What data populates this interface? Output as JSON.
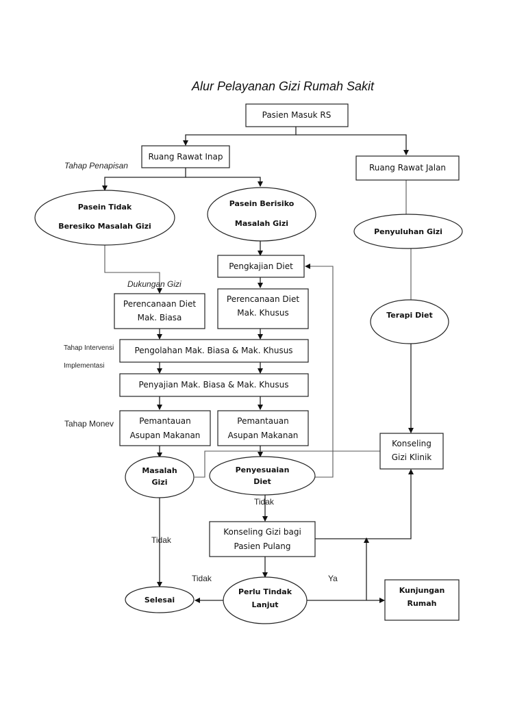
{
  "title": "Alur Pelayanan Gizi Rumah Sakit",
  "nodes": {
    "pasien_masuk": [
      "Pasien Masuk RS"
    ],
    "rawat_inap": [
      "Ruang Rawat Inap"
    ],
    "rawat_jalan": [
      "Ruang Rawat Jalan"
    ],
    "tidak_beresiko": [
      "Pasein Tidak",
      "Beresiko  Masalah Gizi"
    ],
    "berisiko": [
      "Pasein Berisiko",
      "Masalah Gizi"
    ],
    "penyuluhan": [
      "Penyuluhan  Gizi"
    ],
    "pengkajian": [
      "Pengkajian Diet"
    ],
    "perencanaan_biasa": [
      "Perencanaan Diet",
      "Mak. Biasa"
    ],
    "perencanaan_khusus": [
      "Perencanaan Diet",
      "Mak. Khusus"
    ],
    "terapi_diet": [
      "Terapi Diet"
    ],
    "pengolahan": [
      "Pengolahan Mak. Biasa & Mak. Khusus"
    ],
    "penyajian": [
      "Penyajian Mak. Biasa & Mak. Khusus"
    ],
    "pemantauan_1": [
      "Pemantauan",
      "Asupan Makanan"
    ],
    "pemantauan_2": [
      "Pemantauan",
      "Asupan Makanan"
    ],
    "konseling_klinik": [
      "Konseling",
      "Gizi Klinik"
    ],
    "masalah_gizi": [
      "Masalah",
      "Gizi"
    ],
    "penyesuaian": [
      "Penyesuaian",
      "Diet"
    ],
    "konseling_pulang": [
      "Konseling Gizi bagi",
      "Pasien Pulang"
    ],
    "selesai": [
      "Selesai"
    ],
    "perlu_tindak": [
      "Perlu Tindak",
      "Lanjut"
    ],
    "kunjungan": [
      "Kunjungan",
      "Rumah"
    ]
  },
  "labels": {
    "tahap_penapisan": "Tahap Penapisan",
    "dukungan_gizi": "Dukungan Gizi",
    "tahap_intervensi": "Tahap Intervensi",
    "implementasi": "Implementasi",
    "tahap_monev": "Tahap Monev",
    "tidak_1": "Tidak",
    "tidak_2": "Tidak",
    "tidak_3": "Tidak",
    "ya": "Ya"
  }
}
